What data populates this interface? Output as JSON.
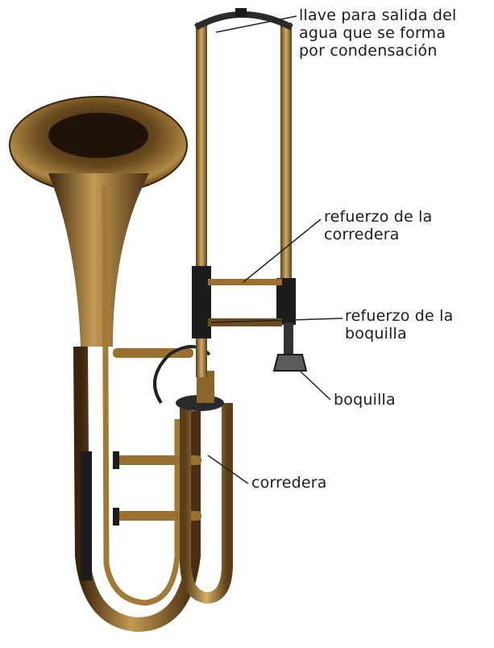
{
  "labels": {
    "llave": [
      "llave para salida del",
      "agua que se forma",
      "por condensación"
    ],
    "refuerzo_corredera": [
      "refuerzo de la",
      "corredera"
    ],
    "refuerzo_boquilla": [
      "refuerzo de la",
      "boquilla"
    ],
    "boquilla": [
      "boquilla"
    ],
    "corredera": [
      "corredera"
    ]
  },
  "colors": {
    "brass_dark": "#4a2e12",
    "brass": "#8a6428",
    "brass_light": "#c9a15a",
    "metal_dark": "#1e1e1e",
    "leader": "#222222"
  }
}
